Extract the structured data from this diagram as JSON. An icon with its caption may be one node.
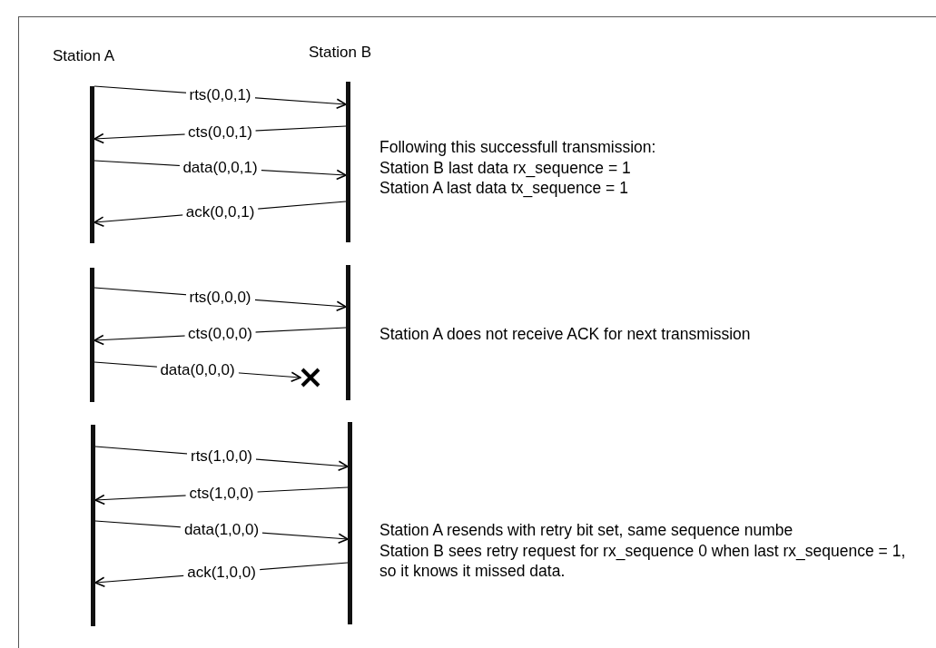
{
  "diagram": {
    "nodes": [
      {
        "text": [
          "Station A"
        ]
      },
      {
        "text": [
          "Station B"
        ]
      },
      {
        "text": [],
        "shape": "bar"
      },
      {
        "text": [],
        "shape": "bar"
      },
      {
        "text": [],
        "shape": "cross"
      },
      {
        "text": [],
        "shape": "bar"
      },
      {
        "text": [],
        "shape": "bar"
      }
    ],
    "edges": [
      {
        "from": 0,
        "to": 1,
        "arrow": "to",
        "label": "rts(0,0,1)"
      },
      {
        "from": 1,
        "to": 0,
        "arrow": "to",
        "label": "cts(0,0,1)"
      },
      {
        "from": 0,
        "to": 1,
        "arrow": "to",
        "label": "data(0,0,1)"
      },
      {
        "from": 1,
        "to": 0,
        "arrow": "to",
        "label": "ack(0,0,1)"
      },
      {
        "from": 2,
        "to": 3,
        "arrow": "to",
        "label": "rts(0,0,0)"
      },
      {
        "from": 3,
        "to": 2,
        "arrow": "to",
        "label": "cts(0,0,0)"
      },
      {
        "from": 2,
        "to": 4,
        "arrow": "to",
        "label": "data(0,0,0)"
      },
      {
        "from": 5,
        "to": 6,
        "arrow": "to",
        "label": "rts(1,0,0)"
      },
      {
        "from": 6,
        "to": 5,
        "arrow": "to",
        "label": "cts(1,0,0)"
      },
      {
        "from": 5,
        "to": 6,
        "arrow": "to",
        "label": "data(1,0,0)"
      },
      {
        "from": 6,
        "to": 5,
        "arrow": "to",
        "label": "ack(1,0,0)"
      }
    ],
    "labels": [
      "Following this successfull transmission:",
      "Station B last data rx_sequence = 1",
      "Station A last data tx_sequence = 1",
      "Station A does not receive ACK for next transmission",
      "Station A resends with retry bit set, same sequence numbe",
      "Station B sees retry request for rx_sequence 0 when last rx_sequence = 1, so it knows it missed data."
    ]
  }
}
